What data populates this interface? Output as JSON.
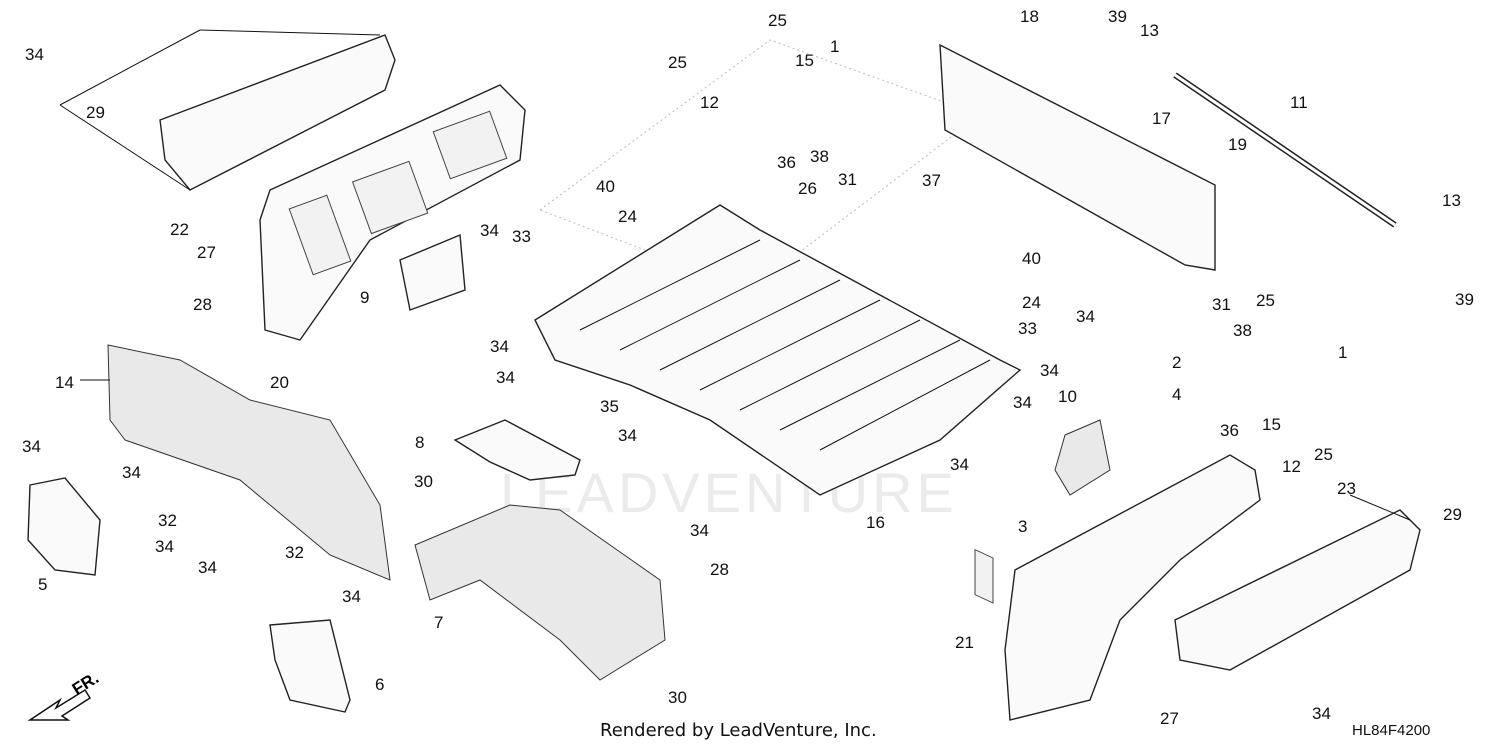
{
  "diagram": {
    "footer_text": "Rendered by LeadVenture, Inc.",
    "diagram_code": "HL84F4200",
    "watermark": "LEADVENTURE",
    "direction_label": "FR.",
    "callouts": [
      "34",
      "29",
      "22",
      "27",
      "28",
      "20",
      "14",
      "34",
      "34",
      "5",
      "32",
      "34",
      "34",
      "32",
      "34",
      "6",
      "9",
      "34",
      "34",
      "34",
      "35",
      "8",
      "30",
      "7",
      "34",
      "28",
      "30",
      "40",
      "24",
      "33",
      "25",
      "25",
      "15",
      "1",
      "12",
      "36",
      "38",
      "31",
      "26",
      "16",
      "34",
      "18",
      "39",
      "13",
      "11",
      "17",
      "19",
      "37",
      "13",
      "39",
      "40",
      "24",
      "33",
      "34",
      "2",
      "4",
      "34",
      "10",
      "34",
      "34",
      "3",
      "31",
      "25",
      "1",
      "38",
      "36",
      "15",
      "12",
      "25",
      "21",
      "23",
      "29",
      "27",
      "34"
    ]
  }
}
